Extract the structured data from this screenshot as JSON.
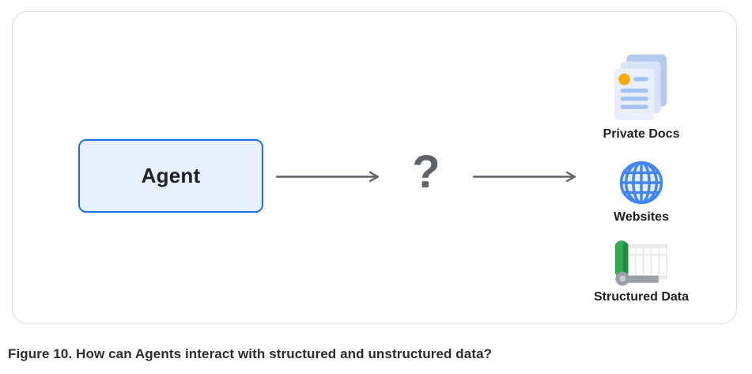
{
  "figure": {
    "caption": "Figure 10. How can Agents interact with structured and unstructured data?"
  },
  "diagram": {
    "agent_label": "Agent",
    "question_mark": "?",
    "targets": [
      {
        "label": "Private Docs",
        "icon": "documents-icon"
      },
      {
        "label": "Websites",
        "icon": "globe-icon"
      },
      {
        "label": "Structured Data",
        "icon": "spreadsheet-icon"
      }
    ]
  },
  "colors": {
    "card_border": "#D9DADE",
    "agent_fill": "#E8F0FE",
    "agent_border": "#1A73E8",
    "arrow": "#5F6368",
    "question": "#5F6368",
    "label_color": "#202124",
    "doc_back": "#B5C9EC",
    "doc_mid": "#D6E3F8",
    "doc_front": "#E9F0FC",
    "doc_line": "#A4C3F3",
    "doc_dot": "#F9AB00",
    "globe_stroke": "#4285F4",
    "globe_fill": "#E8F0FE",
    "sheet_green": "#34A853",
    "sheet_green_dark": "#1E8E3E",
    "sheet_gray": "#9AA0A6",
    "sheet_curl_inner": "#C8CBCF",
    "sheet_bg": "#E9EAEC"
  }
}
